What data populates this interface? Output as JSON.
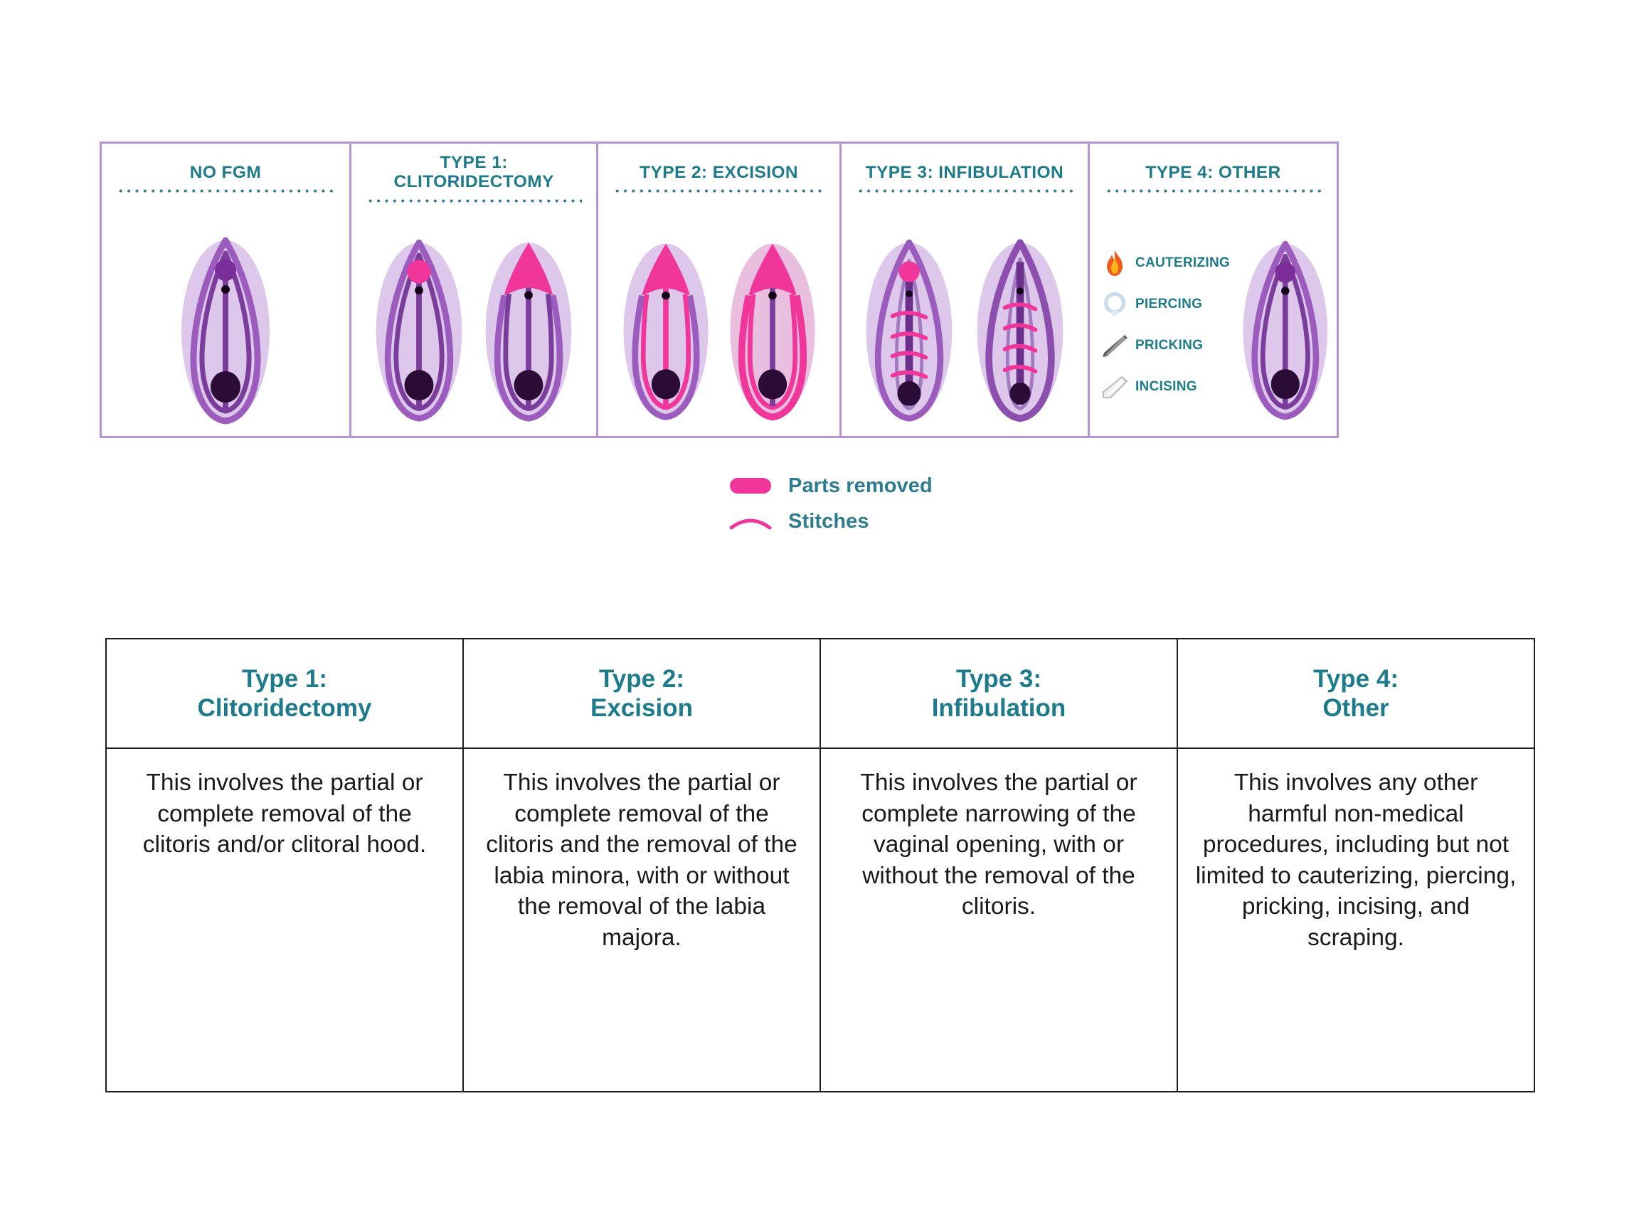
{
  "colors": {
    "teal": "#1e7b8c",
    "frame_purple": "#b793d6",
    "outer_labia_fill": "#ddc8ec",
    "labia_stroke": "#8c4fae",
    "pink_removed": "#f0359b",
    "pink_stitches": "#f0359b",
    "opening_dark": "#2b0c36",
    "table_border": "#1d1d1d",
    "flame_orange": "#f26a21",
    "piercing_blue": "#c9dcea",
    "needle_gray": "#5a5a5a",
    "blade_gray": "#d8d8d8"
  },
  "diagram": {
    "panels": [
      {
        "id": "no-fgm",
        "title": "NO FGM",
        "title_lines": 1,
        "figures": [
          {
            "variant": "normal",
            "pink_clitoris": false,
            "pink_hood": false,
            "pink_labia": false,
            "stitches": false
          }
        ]
      },
      {
        "id": "type-1-clitoridectomy",
        "title": "TYPE 1:\nCLITORIDECTOMY",
        "title_lines": 2,
        "figures": [
          {
            "variant": "clitoris-dot",
            "pink_clitoris": true,
            "pink_hood": false,
            "pink_labia": false,
            "stitches": false
          },
          {
            "variant": "hood-removed",
            "pink_clitoris": false,
            "pink_hood": true,
            "pink_labia": false,
            "stitches": false
          }
        ]
      },
      {
        "id": "type-2-excision",
        "title": "TYPE 2: EXCISION",
        "title_lines": 1,
        "figures": [
          {
            "variant": "labia-minora-pink",
            "pink_clitoris": false,
            "pink_hood": true,
            "pink_labia": "minora",
            "stitches": false
          },
          {
            "variant": "labia-majora-pink",
            "pink_clitoris": false,
            "pink_hood": true,
            "pink_labia": "majora",
            "stitches": false
          }
        ]
      },
      {
        "id": "type-3-infibulation",
        "title": "TYPE 3: INFIBULATION",
        "title_lines": 1,
        "figures": [
          {
            "variant": "stitched-with-clitoris",
            "pink_clitoris": true,
            "pink_hood": false,
            "pink_labia": false,
            "stitches": true
          },
          {
            "variant": "stitched-no-clitoris",
            "pink_clitoris": false,
            "pink_hood": false,
            "pink_labia": false,
            "stitches": true
          }
        ]
      },
      {
        "id": "type-4-other",
        "title": "TYPE 4:  OTHER",
        "title_lines": 1,
        "icon_list": [
          {
            "icon": "flame-icon",
            "label": "CAUTERIZING"
          },
          {
            "icon": "ring-icon",
            "label": "PIERCING"
          },
          {
            "icon": "needle-icon",
            "label": "PRICKING"
          },
          {
            "icon": "blade-icon",
            "label": "INCISING"
          }
        ],
        "figures": [
          {
            "variant": "normal",
            "pink_clitoris": false,
            "pink_hood": false,
            "pink_labia": false,
            "stitches": false
          }
        ]
      }
    ]
  },
  "legend": {
    "items": [
      {
        "icon": "pink-bar-swatch",
        "label": "Parts removed"
      },
      {
        "icon": "pink-arc-swatch",
        "label": "Stitches"
      }
    ]
  },
  "table": {
    "headers": [
      "Type 1:\nClitoridectomy",
      "Type 2:\nExcision",
      "Type 3:\nInfibulation",
      "Type 4:\nOther"
    ],
    "cells": [
      "This involves the partial or complete removal of the clitoris and/or clitoral hood.",
      "This involves the partial or complete removal of the clitoris and the removal of the labia minora, with or without the removal of the labia majora.",
      "This involves the partial or complete narrowing of the vaginal opening, with or without the removal of the clitoris.",
      "This involves any other harmful non-medical procedures, including but not limited to cauterizing, piercing, pricking, incising, and scraping."
    ]
  }
}
